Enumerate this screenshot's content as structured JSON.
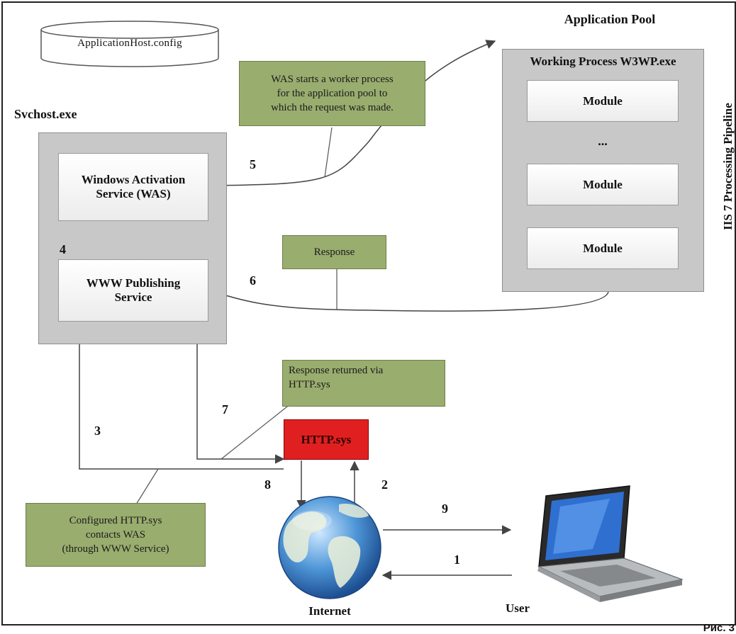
{
  "config_file": "ApplicationHost.config",
  "app_pool": {
    "title": "Application Pool",
    "process_title": "Working Process W3WP.exe",
    "modules": [
      "Module",
      "Module",
      "Module"
    ],
    "ellipsis": "...",
    "pipeline_label": "IIS 7 Processing Pipeline"
  },
  "svchost": {
    "title": "Svchost.exe",
    "was_line1": "Windows Activation",
    "was_line2": "Service (WAS)",
    "www_line1": "WWW Publishing",
    "www_line2": "Service"
  },
  "notes": {
    "was_start": [
      "WAS starts a worker process",
      "for the application pool to",
      "which the request was made."
    ],
    "response": "Response",
    "response_returned": [
      "Response returned via",
      "HTTP.sys"
    ],
    "configured": [
      "Configured HTTP.sys",
      "contacts WAS",
      "(through WWW Service)"
    ]
  },
  "http_sys": "HTTP.sys",
  "internet_label": "Internet",
  "user_label": "User",
  "steps": {
    "s1": "1",
    "s2": "2",
    "s3": "3",
    "s4": "4",
    "s5": "5",
    "s6": "6",
    "s7": "7",
    "s8": "8",
    "s9": "9"
  },
  "caption": "Рис. 3",
  "colors": {
    "note_green": "#99ad6e",
    "http_red": "#e02020",
    "grey_box": "#c8c8c8"
  }
}
